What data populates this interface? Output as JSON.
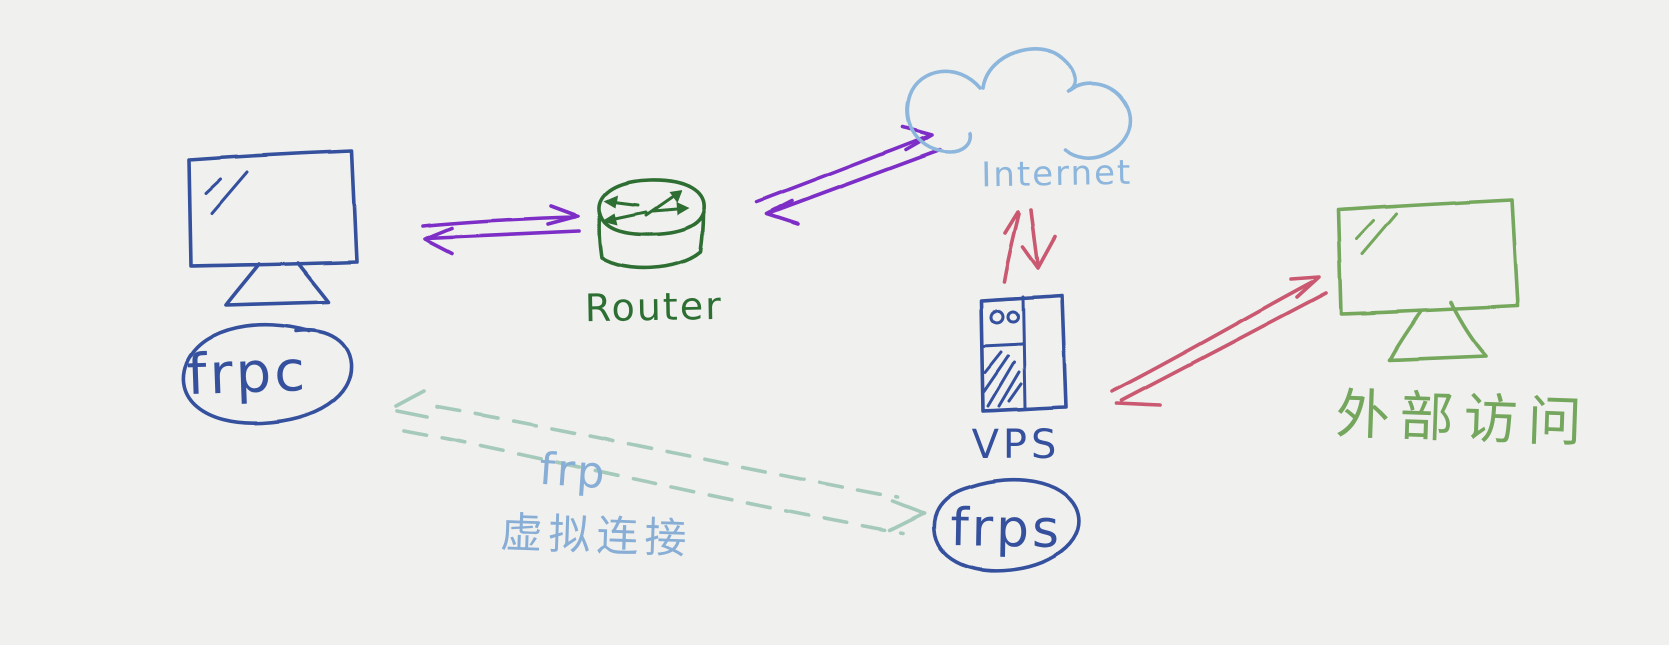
{
  "page": {
    "kind": "hand-drawn network architecture sketch"
  },
  "colors": {
    "background": "#f0f0ee",
    "ink_blue": "#35519e",
    "ink_purple": "#7d2fc6",
    "ink_green_dark": "#2d6e33",
    "ink_green_light": "#74a75d",
    "ink_red": "#c9596f",
    "ink_cloud_blue": "#8db6dc",
    "ink_text_lightblue": "#88aed6",
    "ink_teal_dash": "#a5cabc"
  },
  "diagram": {
    "nodes": [
      {
        "id": "client-pc",
        "shape": "desktop-monitor",
        "label": "frpc",
        "ink": "blue"
      },
      {
        "id": "router",
        "shape": "router-cylinder",
        "label": "Router",
        "ink": "green_dark"
      },
      {
        "id": "internet",
        "shape": "cloud",
        "label": "Internet",
        "ink": "cloud_blue"
      },
      {
        "id": "vps",
        "shape": "server-tower",
        "label": "VPS",
        "sublabel": "frps",
        "ink": "blue"
      },
      {
        "id": "external-visitor",
        "shape": "desktop-monitor",
        "label": "外部访问",
        "ink": "green_light"
      }
    ],
    "connections": [
      {
        "from": "frpc",
        "to": "Router",
        "type": "double-line-bidirectional-arrow",
        "ink": "purple"
      },
      {
        "from": "Router",
        "to": "Internet",
        "type": "double-line-bidirectional-arrow",
        "ink": "purple"
      },
      {
        "from": "Internet",
        "to": "VPS",
        "type": "paired-up-down-arrows",
        "ink": "red"
      },
      {
        "from": "VPS",
        "to": "外部访问",
        "type": "double-line-bidirectional-arrow",
        "ink": "red"
      },
      {
        "from": "frpc",
        "to": "frps",
        "type": "dashed-virtual-link",
        "ink": "teal",
        "label_line1": "frp",
        "label_line2": "虚拟连接"
      }
    ]
  }
}
